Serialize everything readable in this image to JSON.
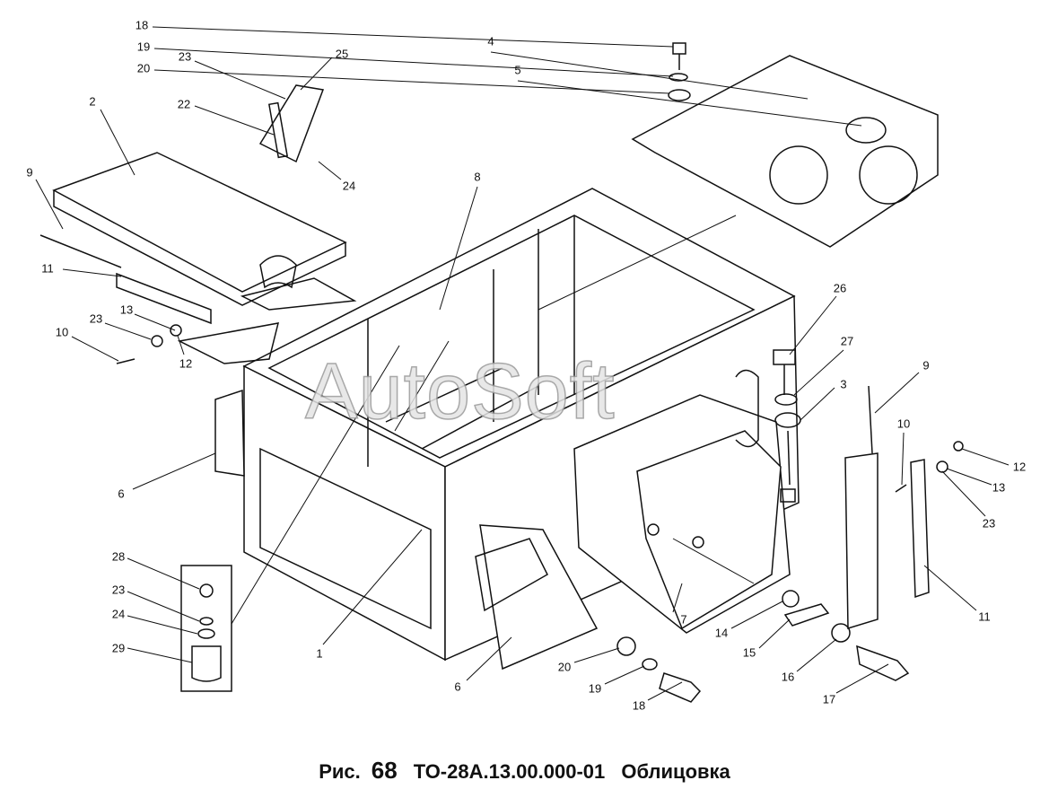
{
  "figure": {
    "caption_prefix": "Рис.",
    "caption_number": "68",
    "caption_code": "ТО-28А.13.00.000-01",
    "caption_title": "Облицовка",
    "watermark": "AutoSoft"
  },
  "callouts": [
    "18",
    "19",
    "20",
    "4",
    "5",
    "23",
    "25",
    "22",
    "2",
    "24",
    "9",
    "8",
    "11",
    "13",
    "23",
    "10",
    "12",
    "26",
    "27",
    "3",
    "9",
    "10",
    "12",
    "13",
    "23",
    "6",
    "7",
    "11",
    "28",
    "23",
    "24",
    "29",
    "1",
    "14",
    "15",
    "16",
    "17",
    "20",
    "19",
    "18",
    "6"
  ]
}
